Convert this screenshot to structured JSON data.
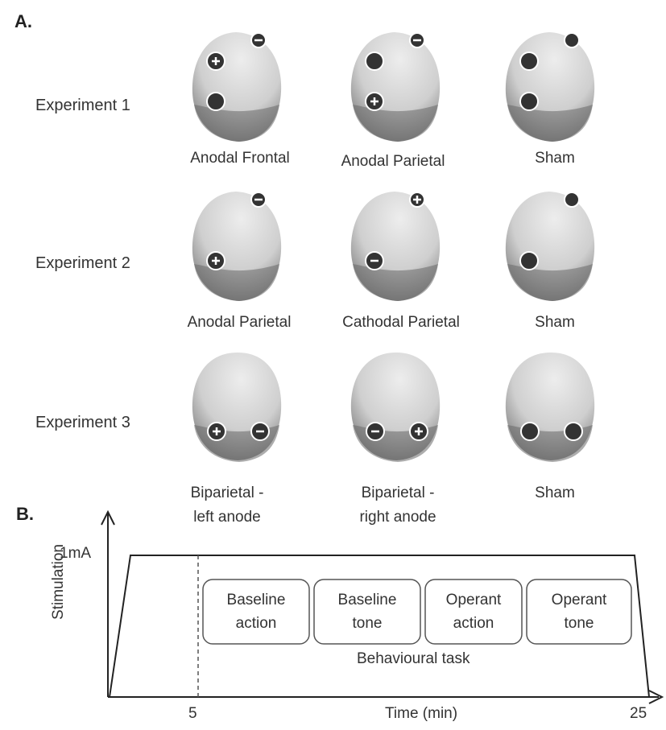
{
  "panelA": {
    "label": "A.",
    "experiments": [
      {
        "label": "Experiment 1",
        "conditions": [
          {
            "caption": [
              "Anodal Frontal"
            ],
            "electrodes": [
              {
                "pos": "frontal-left",
                "type": "+"
              },
              {
                "pos": "parietal-left",
                "type": "dark"
              },
              {
                "pos": "top",
                "type": "-"
              }
            ]
          },
          {
            "caption": [
              "Anodal Parietal"
            ],
            "electrodes": [
              {
                "pos": "frontal-left",
                "type": "dark"
              },
              {
                "pos": "parietal-left",
                "type": "+"
              },
              {
                "pos": "top",
                "type": "-"
              }
            ]
          },
          {
            "caption": [
              "Sham"
            ],
            "electrodes": [
              {
                "pos": "frontal-left",
                "type": "dark"
              },
              {
                "pos": "parietal-left",
                "type": "dark"
              },
              {
                "pos": "top",
                "type": "dark"
              }
            ]
          }
        ]
      },
      {
        "label": "Experiment 2",
        "conditions": [
          {
            "caption": [
              "Anodal Parietal"
            ],
            "electrodes": [
              {
                "pos": "parietal-left",
                "type": "+"
              },
              {
                "pos": "top",
                "type": "-"
              }
            ]
          },
          {
            "caption": [
              "Cathodal Parietal"
            ],
            "electrodes": [
              {
                "pos": "parietal-left",
                "type": "-"
              },
              {
                "pos": "top",
                "type": "+"
              }
            ]
          },
          {
            "caption": [
              "Sham"
            ],
            "electrodes": [
              {
                "pos": "parietal-left",
                "type": "dark"
              },
              {
                "pos": "top",
                "type": "dark"
              }
            ]
          }
        ]
      },
      {
        "label": "Experiment 3",
        "conditions": [
          {
            "caption": [
              "Biparietal -",
              "left anode"
            ],
            "electrodes": [
              {
                "pos": "back-left",
                "type": "+"
              },
              {
                "pos": "back-right",
                "type": "-"
              }
            ]
          },
          {
            "caption": [
              "Biparietal -",
              "right anode"
            ],
            "electrodes": [
              {
                "pos": "back-left",
                "type": "-"
              },
              {
                "pos": "back-right",
                "type": "+"
              }
            ]
          },
          {
            "caption": [
              "Sham"
            ],
            "electrodes": [
              {
                "pos": "back-left",
                "type": "dark"
              },
              {
                "pos": "back-right",
                "type": "dark"
              }
            ]
          }
        ]
      }
    ]
  },
  "panelB": {
    "label": "B.",
    "ylabel": "Stimulation",
    "ytick": "1mA",
    "xlabel": "Time (min)",
    "xtick_start": "5",
    "xtick_end": "25",
    "task_label": "Behavioural task",
    "blocks": [
      {
        "line1": "Baseline",
        "line2": "action"
      },
      {
        "line1": "Baseline",
        "line2": "tone"
      },
      {
        "line1": "Operant",
        "line2": "action"
      },
      {
        "line1": "Operant",
        "line2": "tone"
      }
    ]
  },
  "colors": {
    "head_light": "#ededed",
    "head_dark": "#6a6a6a",
    "electrode_dark": "#333333",
    "line": "#222222"
  }
}
